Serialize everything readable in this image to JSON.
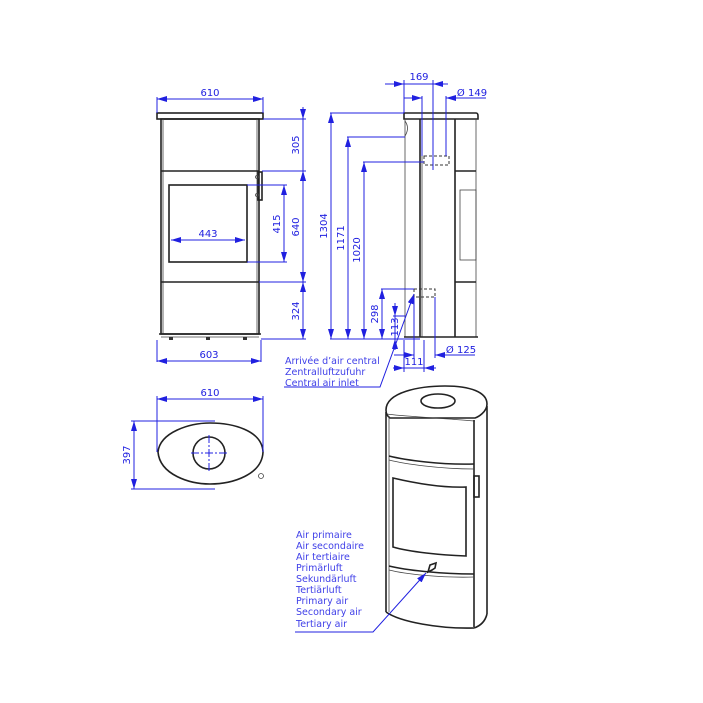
{
  "diagram": {
    "colors": {
      "dimension": "#2020e0",
      "label": "#4040e8",
      "outline": "#222222",
      "background": "#ffffff"
    },
    "front_view": {
      "width_top": "610",
      "width_bottom": "603",
      "door_glass_width": "443",
      "top_section_height": "305",
      "door_height": "640",
      "glass_height": "415",
      "bottom_section_height": "324"
    },
    "side_view": {
      "total_height": "1304",
      "flue_outlet_top_height": "1171",
      "flue_outlet_rear_height": "1020",
      "air_inlet_height": "298",
      "air_inlet_bottom_height": "113",
      "flue_offset": "169",
      "flue_diameter": "Ø 149",
      "air_inlet_diameter": "Ø 125",
      "air_inlet_offset": "111"
    },
    "central_air_inlet_labels": [
      "Arrivée d’air central",
      "Zentralluftzufuhr",
      "Central air inlet"
    ],
    "top_view": {
      "width": "610",
      "depth": "397"
    },
    "air_control_labels": [
      "Air primaire",
      "Air secondaire",
      "Air tertiaire",
      "Primärluft",
      "Sekundärluft",
      "Tertiärluft",
      "Primary air",
      "Secondary air",
      "Tertiary air"
    ]
  }
}
